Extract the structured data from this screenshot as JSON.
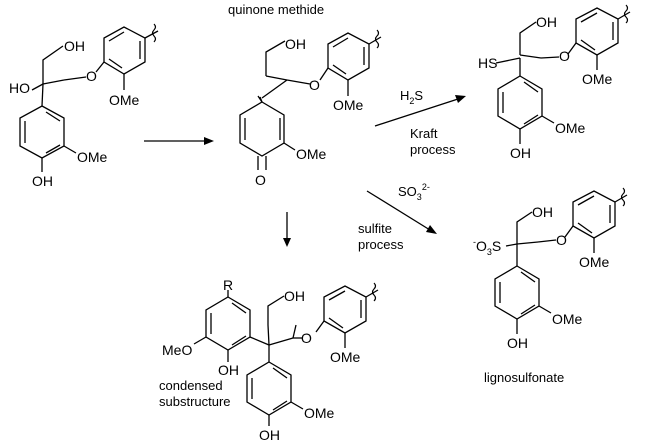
{
  "labels": {
    "quinone_methide": "quinone methide",
    "kraft_reagent": "H2S",
    "kraft_line1": "Kraft",
    "kraft_line2": "process",
    "sulfite_reagent": "SO3",
    "sulfite_reagent_charge": "2-",
    "sulfite_line1": "sulfite",
    "sulfite_line2": "process",
    "lignosulfonate": "lignosulfonate",
    "condensed_line1": "condensed",
    "condensed_line2": "substructure"
  },
  "atoms": {
    "oh": "OH",
    "ho": "HO",
    "o": "O",
    "ome": "OMe",
    "meo": "MeO",
    "hs": "HS",
    "r": "R",
    "s": "S",
    "o3s": "O3S",
    "minus": "-"
  }
}
